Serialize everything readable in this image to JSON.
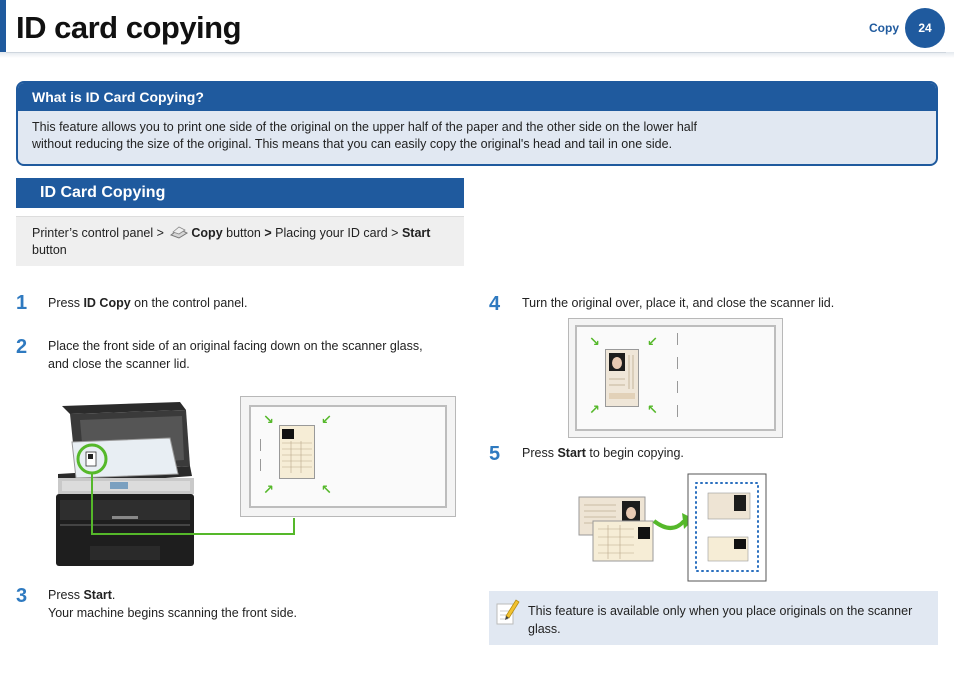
{
  "header": {
    "title": "ID card copying",
    "section": "Copy",
    "page_number": "24"
  },
  "info": {
    "heading": "What is ID Card Copying?",
    "line1": "This feature allows you to print one side of the original on the upper half of the paper and the other side on the lower half",
    "line2": "without reducing the size of the original. This means that you can easily copy the original's head and tail in one side."
  },
  "subsection": {
    "title": "ID Card Copying",
    "path_prefix": "Printer’s control panel > ",
    "path_copy": "Copy",
    "path_middle": " button ",
    "path_gt": ">",
    "path_rest": " Placing your ID card > ",
    "path_start": "Start",
    "path_suffix": "button"
  },
  "steps": [
    {
      "num": "1",
      "pre": "Press ",
      "bold": "ID Copy",
      "post": " on the control panel."
    },
    {
      "num": "2",
      "line1": "Place the front side of an original facing down on the scanner glass,",
      "line2": "and close the scanner lid."
    },
    {
      "num": "3",
      "pre": "Press ",
      "bold": "Start",
      "post": ".",
      "line2": "Your machine begins scanning the front side."
    },
    {
      "num": "4",
      "text": "Turn the original over, place it, and close the scanner lid."
    },
    {
      "num": "5",
      "pre": "Press ",
      "bold": "Start",
      "post": " to begin copying."
    }
  ],
  "note": {
    "line1": "This feature is available only when you place originals on the scanner",
    "line2": "glass."
  },
  "colors": {
    "brand_blue": "#1f5a9e",
    "step_blue": "#2f7ac0",
    "highlight_green": "#55b82a",
    "panel_light": "#e1e8f2"
  }
}
